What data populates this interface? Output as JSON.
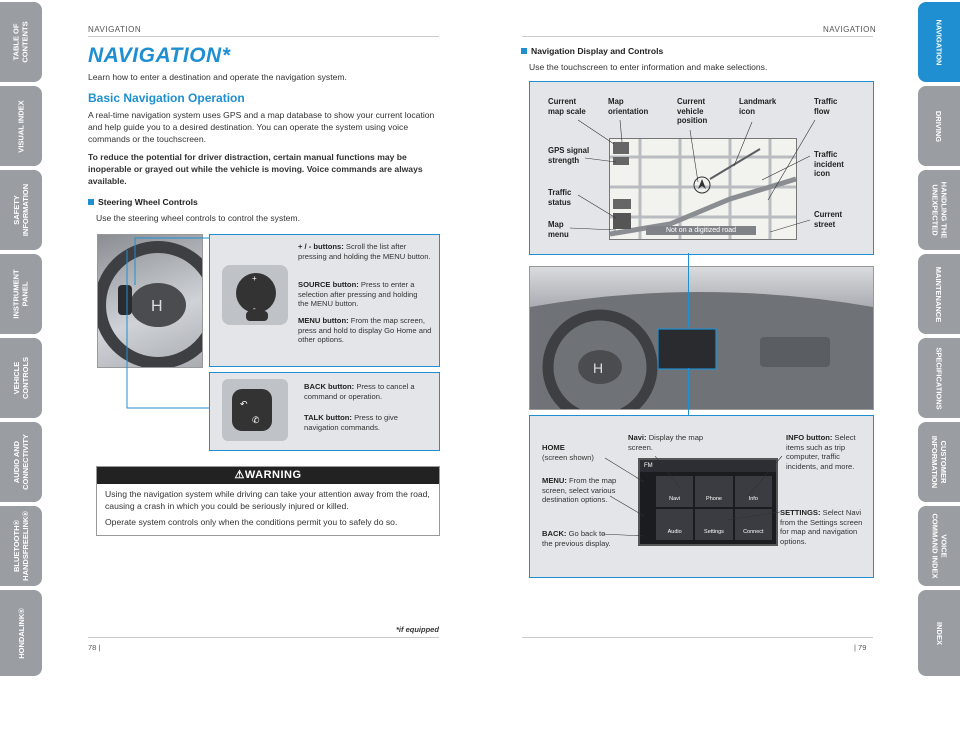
{
  "left_tabs": [
    {
      "label": "TABLE OF\nCONTENTS"
    },
    {
      "label": "VISUAL INDEX"
    },
    {
      "label": "SAFETY\nINFORMATION"
    },
    {
      "label": "INSTRUMENT\nPANEL"
    },
    {
      "label": "VEHICLE\nCONTROLS"
    },
    {
      "label": "AUDIO AND\nCONNECTIVITY"
    },
    {
      "label": "BLUETOOTH®\nHANDSFREELINK®"
    },
    {
      "label": "HONDALINK®"
    }
  ],
  "right_tabs": [
    {
      "label": "NAVIGATION"
    },
    {
      "label": "DRIVING"
    },
    {
      "label": "HANDLING THE\nUNEXPECTED"
    },
    {
      "label": "MAINTENANCE"
    },
    {
      "label": "SPECIFICATIONS"
    },
    {
      "label": "CUSTOMER\nINFORMATION"
    },
    {
      "label": "VOICE\nCOMMAND INDEX"
    },
    {
      "label": "INDEX"
    }
  ],
  "left_page": {
    "running_head": "NAVIGATION",
    "title": "NAVIGATION*",
    "intro": "Learn how to enter a destination and operate the navigation system.",
    "section_heading": "Basic Navigation Operation",
    "para1": "A real-time navigation system uses GPS and a map database to show your current location and help guide you to a desired destination. You can operate the system using voice commands or the touchscreen.",
    "para2": "To reduce the potential for driver distraction, certain manual functions may be inoperable or grayed out while the vehicle is moving. Voice commands are always available.",
    "sub_heading": "Steering Wheel Controls",
    "sub_text": "Use the steering wheel controls to control the system.",
    "controls": [
      {
        "name": "+ / - buttons:",
        "desc": "Scroll the list after pressing and holding the MENU button."
      },
      {
        "name": "SOURCE button:",
        "desc": "Press to enter a selection after pressing and holding the MENU button."
      },
      {
        "name": "MENU button:",
        "desc": "From the map screen, press and hold to display Go Home and other options."
      }
    ],
    "controls2": [
      {
        "name": "BACK button:",
        "desc": "Press to cancel a command or operation."
      },
      {
        "name": "TALK button:",
        "desc": "Press to give navigation commands."
      }
    ],
    "warning_title": "WARNING",
    "warning1": "Using the navigation system while driving can take your attention away from the road, causing a crash in which you could be seriously injured or killed.",
    "warning2": "Operate system controls only when the conditions permit you to safely do so.",
    "footnote": "*if equipped",
    "page_number": "78"
  },
  "right_page": {
    "running_head": "NAVIGATION",
    "sub_heading": "Navigation Display and Controls",
    "sub_text": "Use the touchscreen to enter information and make selections.",
    "map_callouts": {
      "current_map_scale": "Current\nmap scale",
      "map_orientation": "Map\norientation",
      "current_vehicle_position": "Current\nvehicle\nposition",
      "landmark_icon": "Landmark\nicon",
      "traffic_flow": "Traffic\nflow",
      "gps_signal_strength": "GPS signal\nstrength",
      "traffic_incident_icon": "Traffic\nincident\nicon",
      "traffic_status": "Traffic\nstatus",
      "current_street": "Current\nstreet",
      "map_menu": "Map\nmenu"
    },
    "map_banner": "Not on a digitized road",
    "screen_callouts": {
      "home_name": "HOME",
      "home_desc": "(screen shown)",
      "menu_name": "MENU:",
      "menu_desc": "From the map screen, select various destination options.",
      "back_name": "BACK:",
      "back_desc": "Go back to the previous display.",
      "navi_name": "Navi:",
      "navi_desc": "Display the map screen.",
      "info_name": "INFO button:",
      "info_desc": "Select items such as trip computer, traffic incidents, and more.",
      "settings_name": "SETTINGS:",
      "settings_desc": "Select Navi from the Settings screen for map and navigation options."
    },
    "screen_labels": {
      "fm": "FM",
      "navi": "Navi",
      "phone": "Phone",
      "info": "Info",
      "audio": "Audio",
      "settings": "Settings",
      "connect": "Connect"
    },
    "page_number": "79"
  },
  "colors": {
    "accent": "#1f8fd1",
    "tab_gray": "#9a9ea3",
    "panel_bg": "#e3e5e8"
  }
}
